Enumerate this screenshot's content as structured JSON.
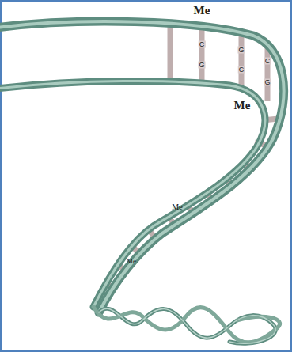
{
  "diagram": {
    "labels": [
      "Me",
      "C",
      "G",
      "G",
      "C",
      "C",
      "G",
      "Me",
      "Me",
      "Me"
    ]
  }
}
